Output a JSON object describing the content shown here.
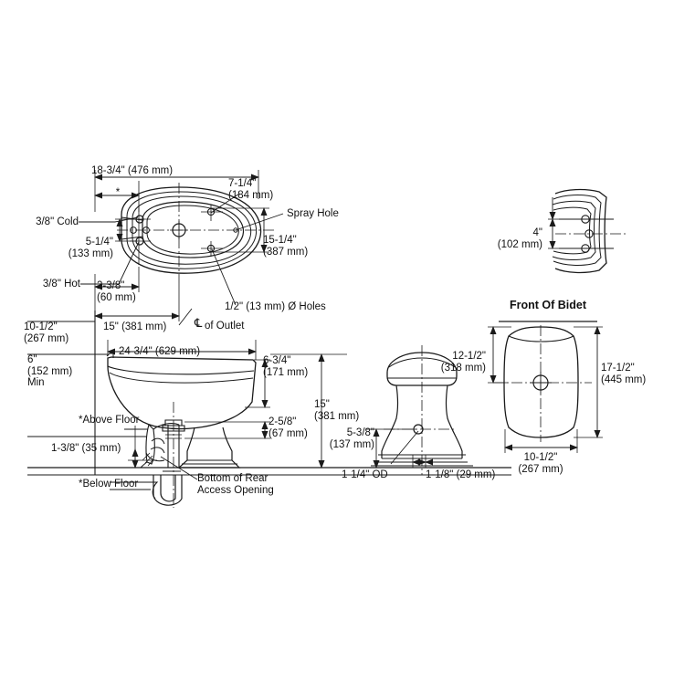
{
  "document": {
    "type": "technical-dimension-drawing",
    "subject": "Bidet roughing-in dimensions",
    "background_color": "#ffffff",
    "line_color": "#1a1a1a"
  },
  "views": {
    "top": {
      "name": "top-view",
      "title": ""
    },
    "side": {
      "name": "side-elevation-view",
      "title": ""
    },
    "rear": {
      "name": "rear-elevation-view",
      "title": ""
    },
    "rim_detail": {
      "name": "rim-hole-detail-view",
      "title": ""
    },
    "front": {
      "name": "front-plan-view",
      "title": "Front Of Bidet"
    }
  },
  "labels": {
    "top_width": "18-3/4\" (476 mm)",
    "spray_offset": "7-1/4\"\n(184 mm)",
    "spray_hole": "Spray Hole",
    "cold_supply": "3/8\" Cold",
    "hole_spacing": "5-1/4\"\n(133 mm)",
    "hot_supply": "3/8\" Hot",
    "top_depth": "15-1/4\"\n(387 mm)",
    "hole_dia": "1/2\" (13 mm) Ø Holes",
    "back_offset": "2-3/8\"\n(60 mm)",
    "wall_to_outlet": "15\" (381 mm)",
    "centerline_outlet": "of Outlet",
    "centerline_symbol": "℄",
    "side_clearance": "10-1/2\"\n(267 mm)",
    "min_clearance": "6\"\n(152 mm)\nMin",
    "side_length": "24-3/4\" (629 mm)",
    "rim_thickness": "6-3/4\"\n(171 mm)",
    "above_floor": "*Above Floor",
    "below_floor": "*Below Floor",
    "trap_drop": "1-3/8\" (35 mm)",
    "rear_access": "Bottom of Rear\nAccess Opening",
    "outlet_height_small": "2-5/8\"\n(67 mm)",
    "overall_height": "15\"\n(381 mm)",
    "rear_outlet_height": "5-3/8\"\n(137 mm)",
    "outlet_od": "1-1/4\" OD",
    "outlet_offset": "1-1/8\" (29 mm)",
    "rim_hole_spacing": "4\"\n(102 mm)",
    "front_title": "Front Of Bidet",
    "front_rim_to_center": "12-1/2\"\n(318 mm)",
    "front_height": "17-1/2\"\n(445 mm)",
    "front_width": "10-1/2\"\n(267 mm)",
    "asterisk_mark": "*"
  },
  "dimensions_list": [
    {
      "name": "top-overall-width",
      "value": "18-3/4\"",
      "metric": "476 mm"
    },
    {
      "name": "spray-hole-offset",
      "value": "7-1/4\"",
      "metric": "184 mm"
    },
    {
      "name": "supply-hole-spacing",
      "value": "5-1/4\"",
      "metric": "133 mm"
    },
    {
      "name": "top-overall-depth",
      "value": "15-1/4\"",
      "metric": "387 mm"
    },
    {
      "name": "supply-hole-diameter",
      "value": "1/2\"",
      "metric": "13 mm"
    },
    {
      "name": "wall-to-supply",
      "value": "2-3/8\"",
      "metric": "60 mm"
    },
    {
      "name": "wall-to-outlet-centerline",
      "value": "15\"",
      "metric": "381 mm"
    },
    {
      "name": "side-wall-clearance",
      "value": "10-1/2\"",
      "metric": "267 mm"
    },
    {
      "name": "minimum-clearance",
      "value": "6\"",
      "metric": "152 mm"
    },
    {
      "name": "side-overall-length",
      "value": "24-3/4\"",
      "metric": "629 mm"
    },
    {
      "name": "bowl-depth",
      "value": "6-3/4\"",
      "metric": "171 mm"
    },
    {
      "name": "trap-below-floor",
      "value": "1-3/8\"",
      "metric": "35 mm"
    },
    {
      "name": "outlet-above-floor-small",
      "value": "2-5/8\"",
      "metric": "67 mm"
    },
    {
      "name": "overall-height",
      "value": "15\"",
      "metric": "381 mm"
    },
    {
      "name": "rear-outlet-height",
      "value": "5-3/8\"",
      "metric": "137 mm"
    },
    {
      "name": "outlet-outside-diameter",
      "value": "1-1/4\" OD",
      "metric": ""
    },
    {
      "name": "outlet-lateral-offset",
      "value": "1-1/8\"",
      "metric": "29 mm"
    },
    {
      "name": "rim-hole-spacing",
      "value": "4\"",
      "metric": "102 mm"
    },
    {
      "name": "front-rim-to-center",
      "value": "12-1/2\"",
      "metric": "318 mm"
    },
    {
      "name": "front-overall-height",
      "value": "17-1/2\"",
      "metric": "445 mm"
    },
    {
      "name": "front-overall-width",
      "value": "10-1/2\"",
      "metric": "267 mm"
    }
  ]
}
